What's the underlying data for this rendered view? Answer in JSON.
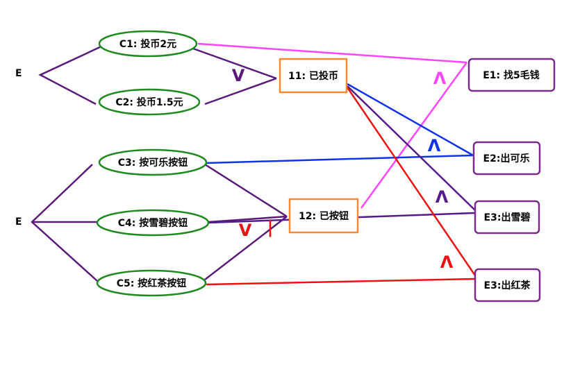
{
  "colors": {
    "ellipse": "#1f8a1f",
    "mid_box": "#ff8833",
    "effect_box": "#7a2a8a",
    "magenta": "#ff44ff",
    "blue": "#1133ee",
    "red": "#ee1111",
    "purple": "#551a8b",
    "dark_purple": "#5a1a7a"
  },
  "diagram": {
    "causes_group_top": "E",
    "causes_group_bottom": "E",
    "causes": [
      {
        "id": "c1",
        "label": "C1:  投币2元"
      },
      {
        "id": "c2",
        "label": "C2:  投币1.5元"
      },
      {
        "id": "c3",
        "label": "C3:  按可乐按钮"
      },
      {
        "id": "c4",
        "label": "C4:  按雪碧按钮"
      },
      {
        "id": "c5",
        "label": "C5:  按红茶按钮"
      }
    ],
    "intermediates": [
      {
        "id": "m11",
        "label": "11: 已投币"
      },
      {
        "id": "m12",
        "label": "12: 已按钮"
      }
    ],
    "effects": [
      {
        "id": "e1",
        "label": "E1: 找5毛钱"
      },
      {
        "id": "e2",
        "label": "E2:出可乐"
      },
      {
        "id": "e3",
        "label": "E3:出雪碧"
      },
      {
        "id": "e4",
        "label": "E3:出红茶"
      }
    ],
    "symbols": {
      "or_top": "V",
      "or_bottom": "V",
      "bar": "|",
      "and_e1": "Λ",
      "and_e2": "Λ",
      "and_e3": "Λ",
      "and_e4": "Λ"
    }
  }
}
